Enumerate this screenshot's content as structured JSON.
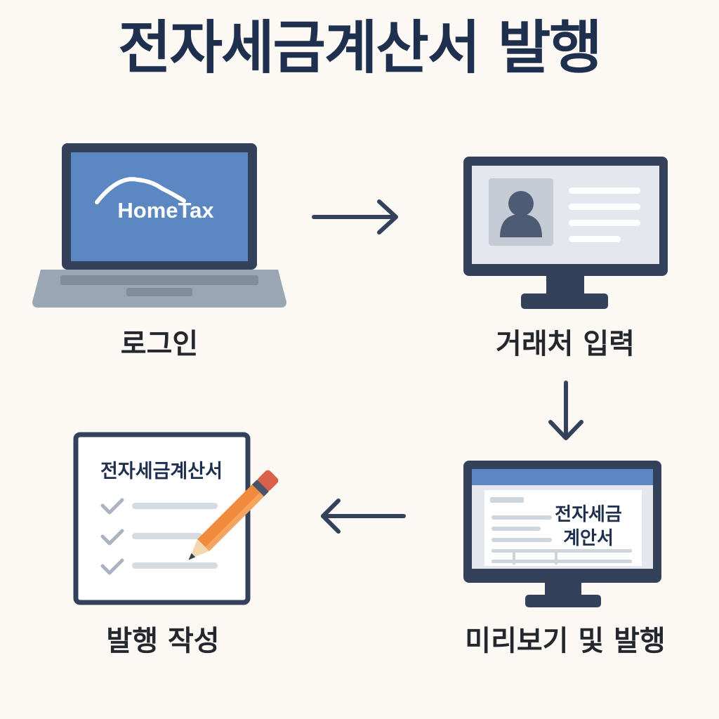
{
  "title": "전자세금계산서 발행",
  "steps": {
    "login": {
      "label": "로그인",
      "logo_text": "HomeTax"
    },
    "partner": {
      "label": "거래처 입력"
    },
    "preview": {
      "label": "미리보기 및 발행",
      "doc_line1": "전자세금",
      "doc_line2": "계안서"
    },
    "write": {
      "label": "발행 작성",
      "doc_title": "전자세금계산서"
    }
  },
  "colors": {
    "navy": "#34415a",
    "screen_blue": "#5b87c3",
    "laptop_base": "#9aa6b3",
    "monitor_screen": "#e4e8ee",
    "pencil_orange": "#f08a3c",
    "background": "#fcf8f4"
  },
  "icons": {
    "arrow_1": "arrow-right-icon",
    "arrow_2": "arrow-down-icon",
    "arrow_3": "arrow-left-icon",
    "person": "person-icon",
    "check": "check-icon",
    "pencil": "pencil-icon"
  }
}
